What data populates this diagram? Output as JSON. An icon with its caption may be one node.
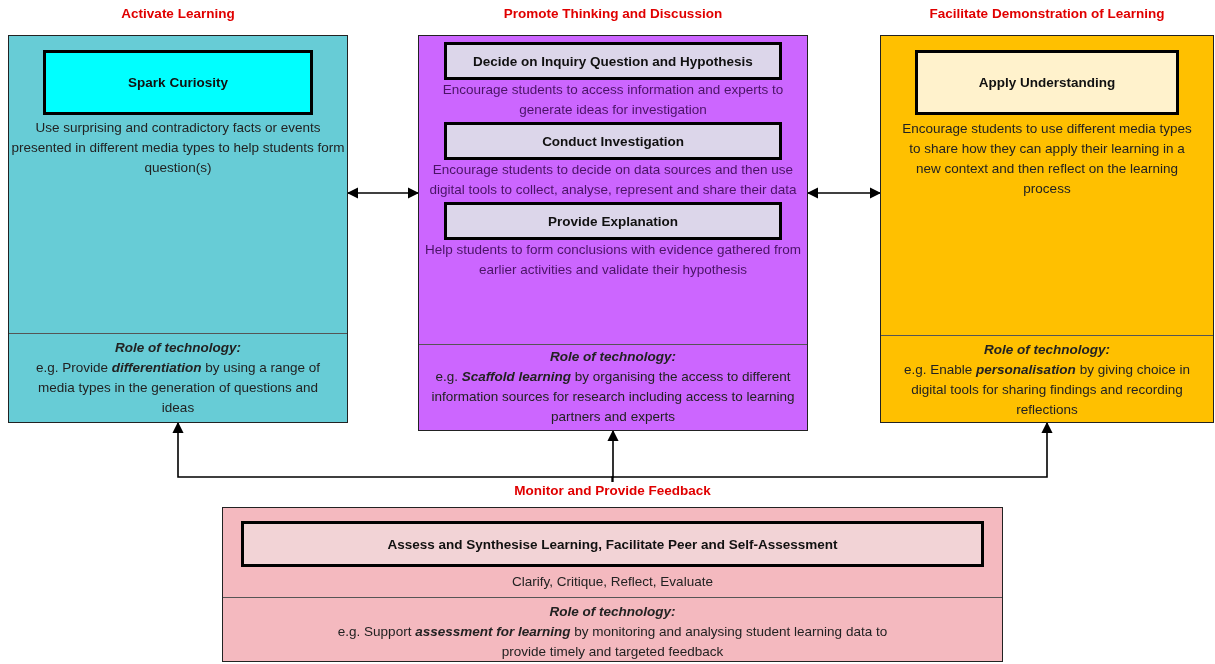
{
  "diagram": {
    "nodes": [
      {
        "text": [
          "Activate Learning",
          "Role of technology:",
          "e.g. Provide **differentiation** by using a range of media types in the generation of questions and ideas"
        ]
      },
      {
        "text": [
          "Spark Curiosity"
        ],
        "in": 0,
        "beside": [
          "Use surprising and contradictory facts or events presented in different media types to help students form question(s)"
        ]
      },
      {
        "text": [
          "Promote Thinking and Discussion",
          "Role of technology:",
          "e.g. **Scaffold learning** by organising the access to different information sources for research including access to learning partners and experts"
        ]
      },
      {
        "text": [
          "Decide on Inquiry Question and Hypothesis"
        ],
        "in": 2,
        "beside": [
          "Encourage students to access information and experts to generate ideas for investigation"
        ]
      },
      {
        "text": [
          "Conduct Investigation"
        ],
        "in": 2,
        "beside": [
          "Encourage students to decide on data sources and then use digital tools to collect, analyse, represent and share their data"
        ]
      },
      {
        "text": [
          "Provide Explanation"
        ],
        "in": 2,
        "beside": [
          "Help students to form conclusions with evidence gathered from earlier activities and validate their hypothesis"
        ]
      },
      {
        "text": [
          "Facilitate Demonstration of Learning",
          "Role of technology:",
          "e.g. Enable **personalisation** by giving choice in digital tools for sharing findings and recording reflections"
        ]
      },
      {
        "text": [
          "Apply Understanding"
        ],
        "in": 6,
        "beside": [
          "Encourage students to use different media types to share how they can apply their learning in a new context and then reflect on the learning process"
        ]
      },
      {
        "text": [
          "Monitor and Provide Feedback",
          "Role of technology:",
          "e.g. Support **assessment for learning** by monitoring and analysing student learning data to provide timely and targeted feedback"
        ]
      },
      {
        "text": [
          "Assess and Synthesise Learning, Facilitate Peer and Self-Assessment"
        ],
        "in": 8,
        "beside": [
          "Clarify, Critique, Reflect, Evaluate"
        ]
      }
    ],
    "edges": [
      {
        "from": 0,
        "to": 2,
        "arrow": "both"
      },
      {
        "from": 2,
        "to": 6,
        "arrow": "both"
      },
      {
        "from": 8,
        "to": 0,
        "arrow": "to"
      },
      {
        "from": 8,
        "to": 2,
        "arrow": "to"
      },
      {
        "from": 8,
        "to": 6,
        "arrow": "to"
      }
    ]
  }
}
